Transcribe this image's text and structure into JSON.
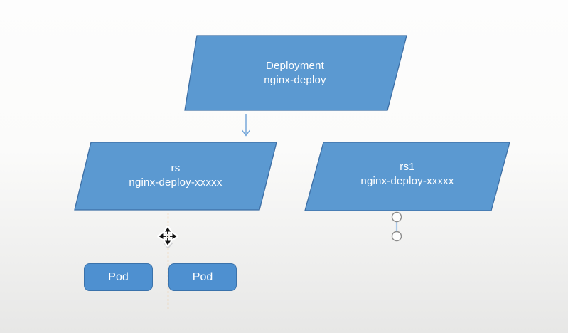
{
  "diagram": {
    "nodes": {
      "deployment": {
        "line1": "Deployment",
        "line2": "nginx-deploy"
      },
      "rs": {
        "line1": "rs",
        "line2": "nginx-deploy-xxxxx"
      },
      "rs1": {
        "line1": "rs1",
        "line2": "nginx-deploy-xxxxx"
      }
    },
    "pods": [
      {
        "label": "Pod"
      },
      {
        "label": "Pod"
      }
    ]
  },
  "colors": {
    "canvas_bg_top": "#fdfdfd",
    "canvas_bg_bottom": "#e7e7e6",
    "shape_fill": "#5b99d1",
    "shape_stroke": "#3d6fa5",
    "pod_fill": "#4e90d0",
    "pod_stroke": "#3a72ab",
    "text": "#ffffff",
    "arrow": "#6fa3d8",
    "alignment_guide": "#efa44c",
    "connector_line": "#aac8e8",
    "handle_fill": "#fdfdfd",
    "handle_stroke": "#8c8c8c",
    "move_cursor": "#111111",
    "ghost_chevron": "#c4c6c9"
  },
  "icons": {
    "move_cursor": "four-direction-move-cursor",
    "down_arrow": "thin-open-chevron-arrow",
    "connector_handle": "circle-endpoint-handle"
  }
}
